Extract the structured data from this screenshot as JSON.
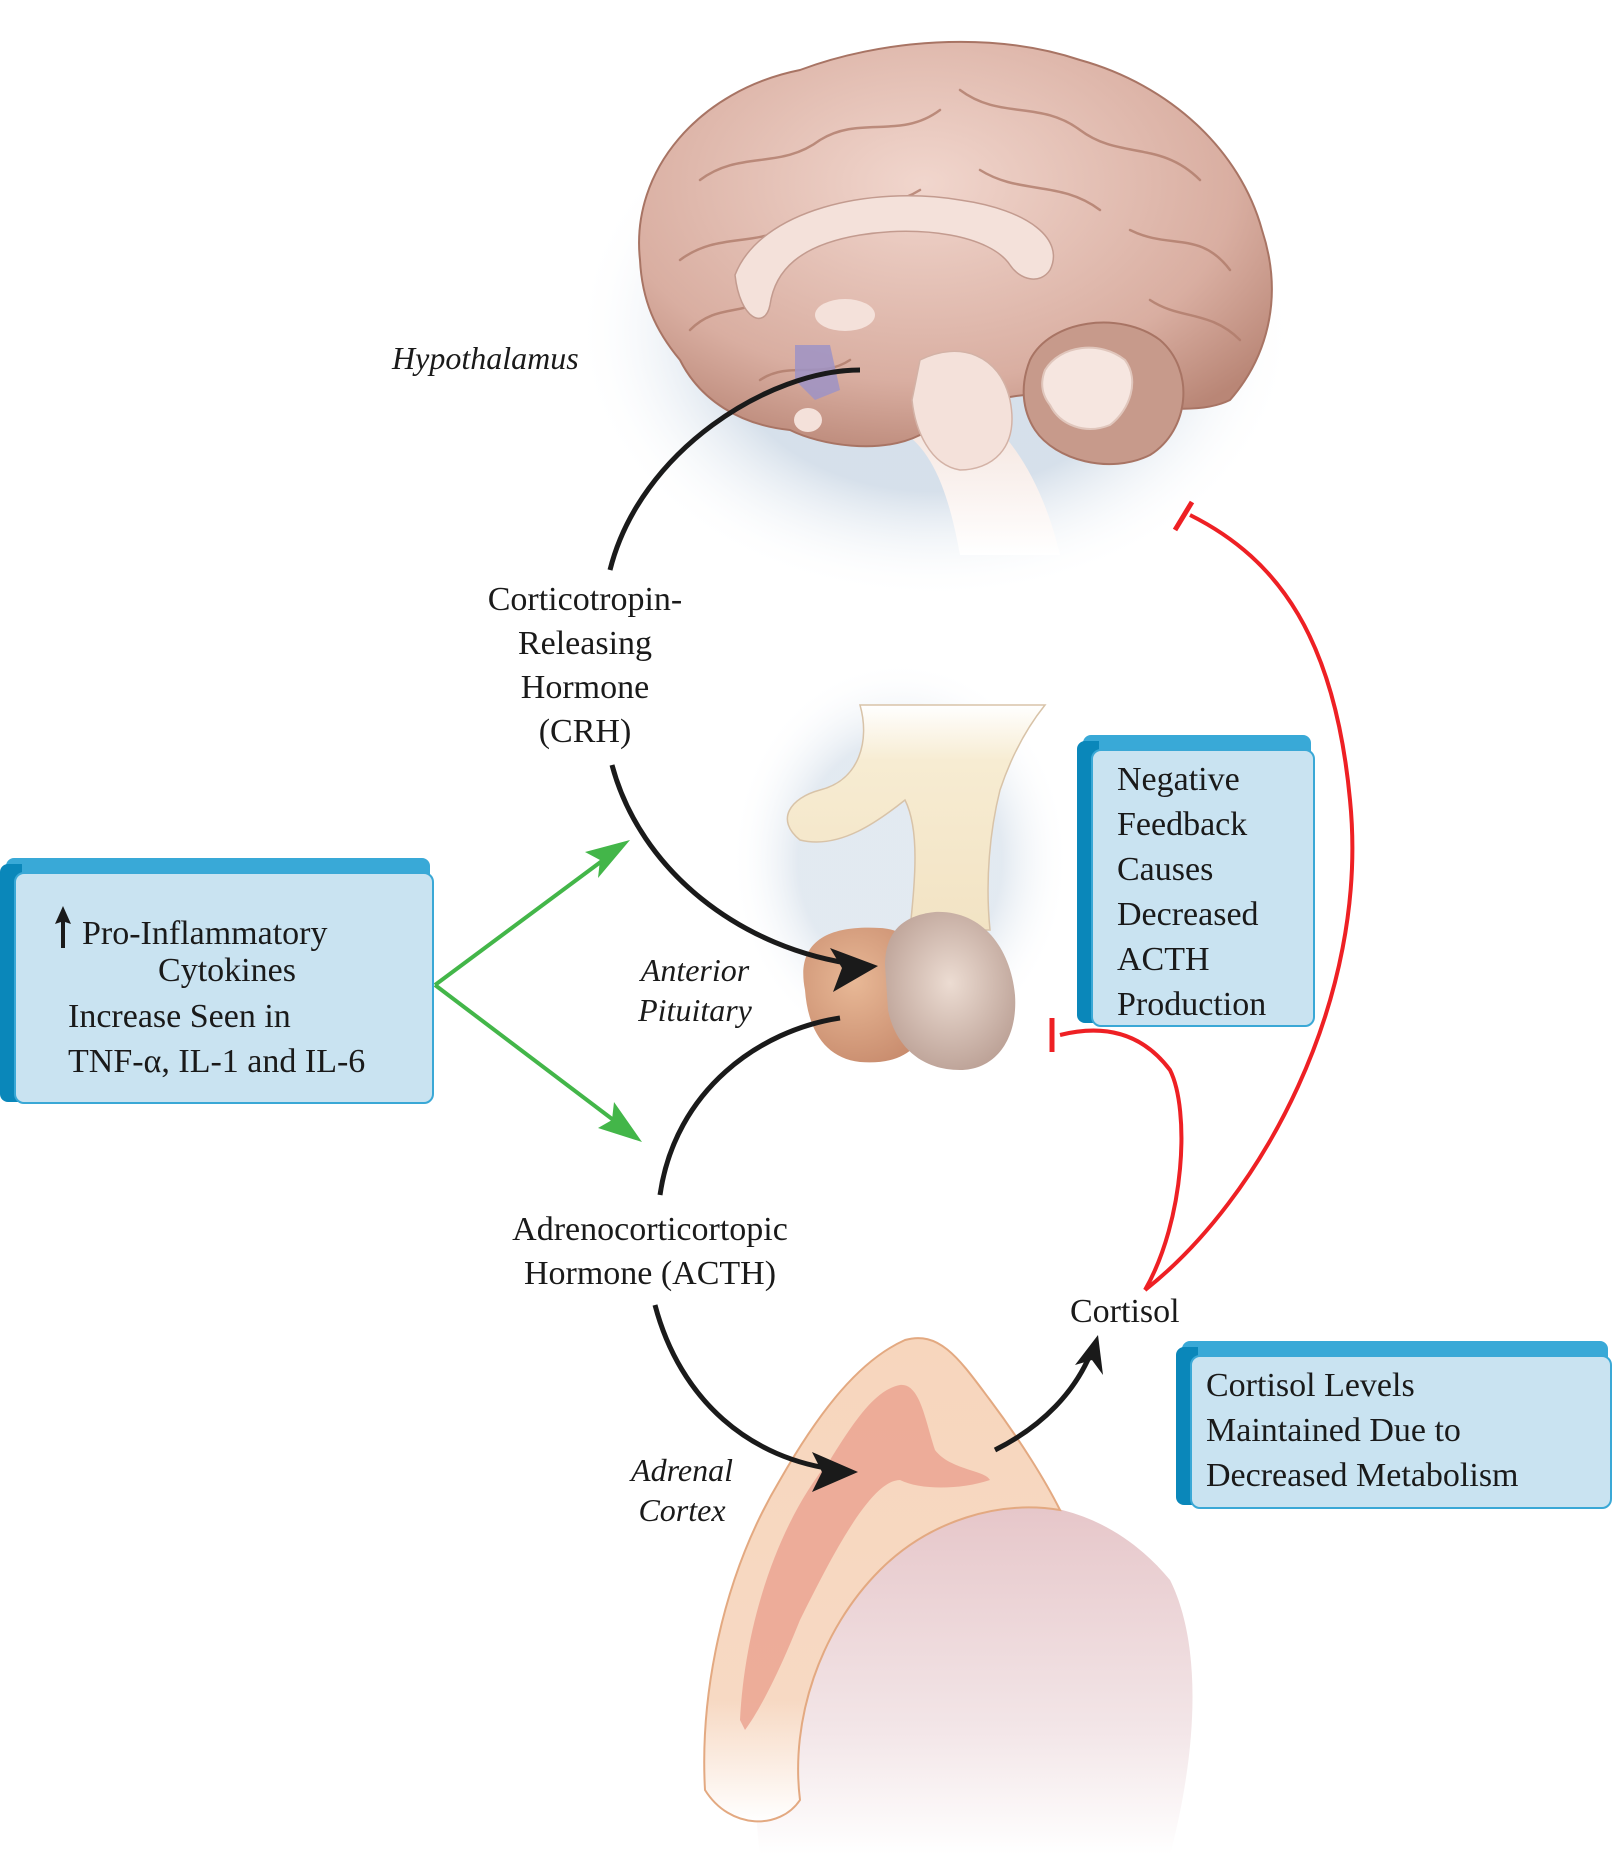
{
  "figure": {
    "title": "HPA axis response",
    "colors": {
      "stimulate_arrow": "#43b649",
      "inhibit_arrow": "#ee2024",
      "pathway_arrow": "#1a1a1a",
      "box_face": "#c9e3f1",
      "box_top": "#39a9d7",
      "box_side": "#0a87ba"
    }
  },
  "labels": {
    "hypothalamus": "Hypothalamus",
    "crh": [
      "Corticotropin-",
      "Releasing",
      "Hormone",
      "(CRH)"
    ],
    "anterior_pituitary": [
      "Anterior",
      "Pituitary"
    ],
    "acth": [
      "Adrenocorticortopic",
      "Hormone (ACTH)"
    ],
    "adrenal_cortex": [
      "Adrenal",
      "Cortex"
    ],
    "cortisol": "Cortisol"
  },
  "boxes": {
    "cytokines": {
      "arrow_icon": "up-arrow",
      "lines": [
        "Pro-Inflammatory",
        "Cytokines",
        "Increase Seen in",
        "TNF-α, IL-1 and IL-6"
      ]
    },
    "negative_feedback": {
      "lines": [
        "Negative",
        "Feedback",
        "Causes",
        "Decreased",
        "ACTH",
        "Production"
      ]
    },
    "cortisol_levels": {
      "lines": [
        "Cortisol Levels",
        "Maintained Due to",
        "Decreased Metabolism"
      ]
    }
  }
}
